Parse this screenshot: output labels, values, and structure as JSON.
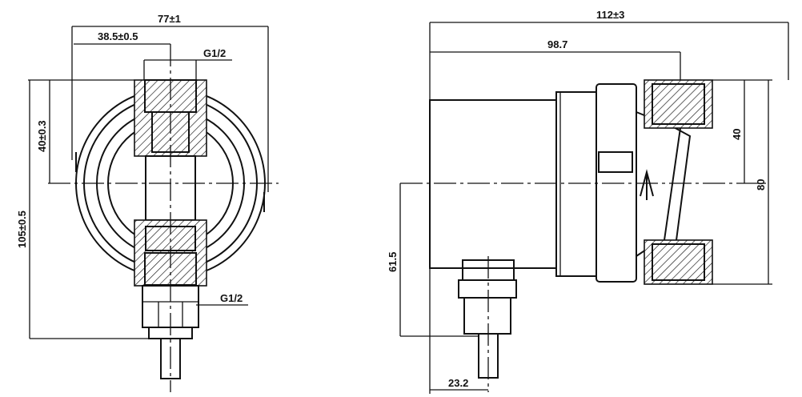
{
  "front_view": {
    "width_total": "77±1",
    "width_half": "38.5±0.5",
    "thread_top": "G1/2",
    "height_axis": "40±0.3",
    "height_total": "105±0.5",
    "thread_bottom": "G1/2"
  },
  "side_view": {
    "length_total": "112±3",
    "length_body": "98.7",
    "height_half": "40",
    "height_total": "80",
    "axis_to_cable": "61.5",
    "cable_offset": "23.2"
  }
}
